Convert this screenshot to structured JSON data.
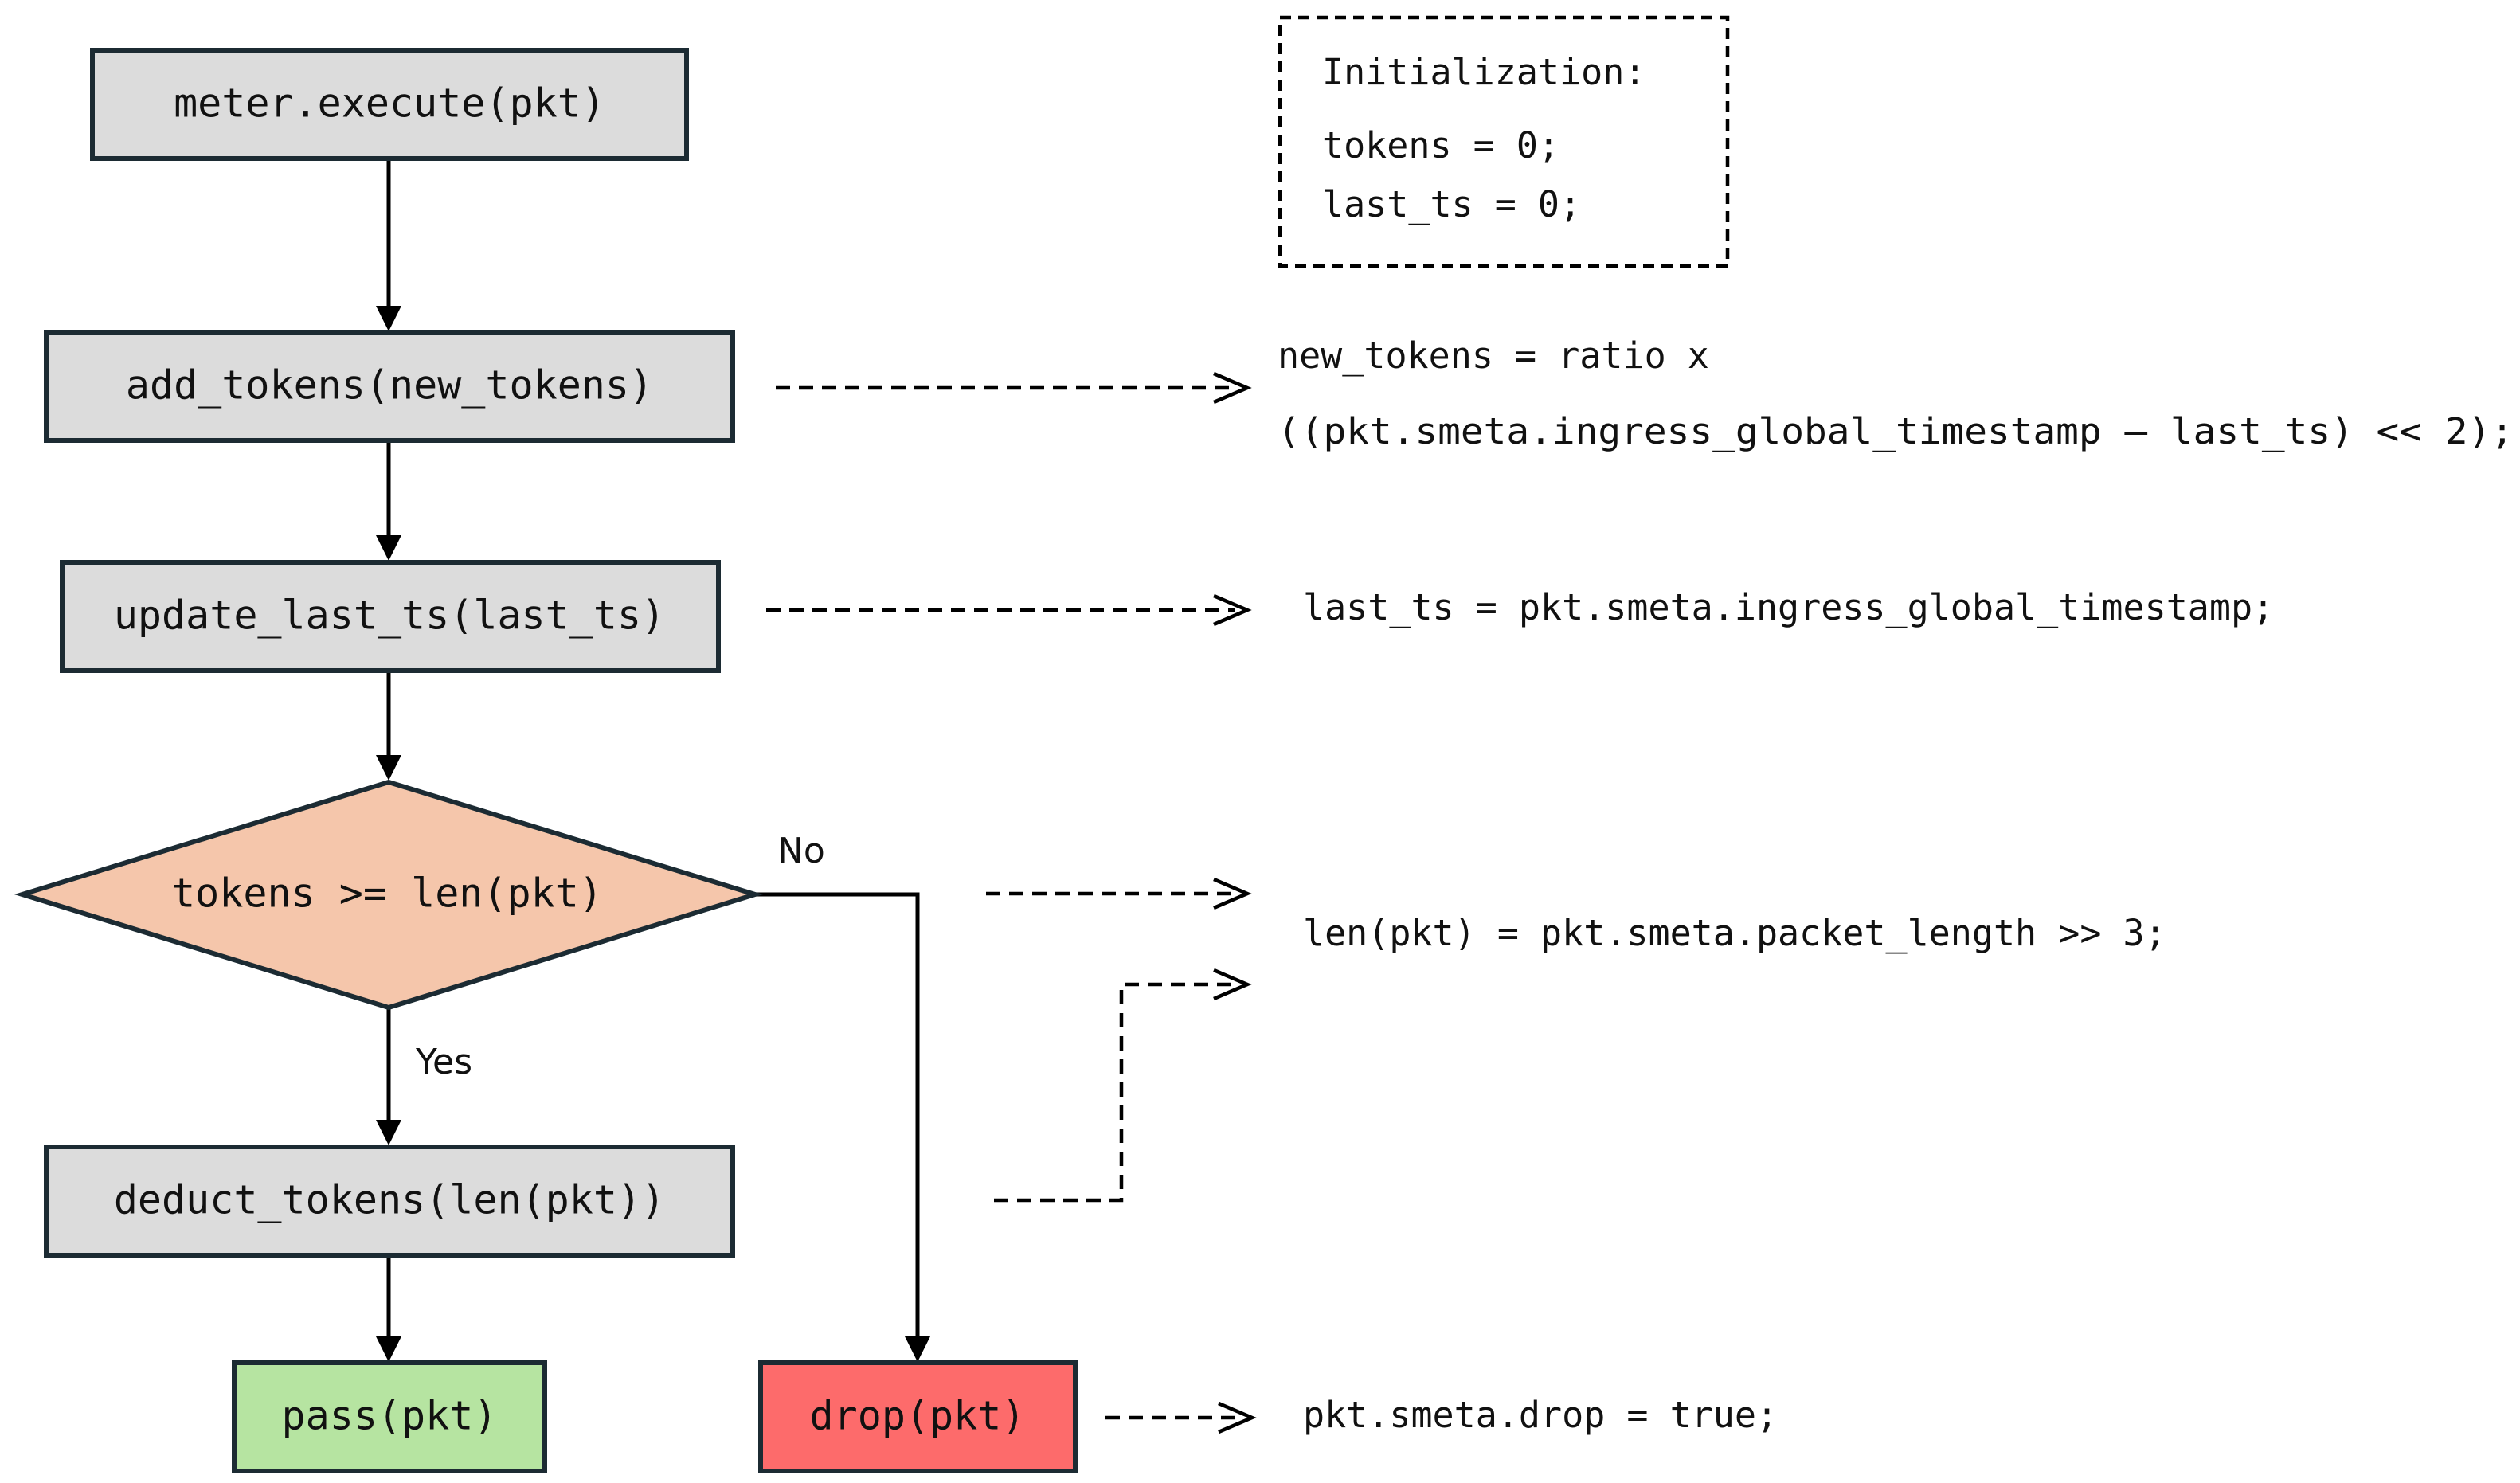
{
  "colors": {
    "process_fill": "#dcdcdc",
    "decision_fill": "#f5c6ab",
    "pass_fill": "#b6e4a1",
    "drop_fill": "#fd6b6b",
    "border": "#1c2b33"
  },
  "nodes": {
    "meter_execute": "meter.execute(pkt)",
    "add_tokens": "add_tokens(new_tokens)",
    "update_last_ts": "update_last_ts(last_ts)",
    "decision": "tokens >= len(pkt)",
    "deduct_tokens": "deduct_tokens(len(pkt))",
    "pass": "pass(pkt)",
    "drop": "drop(pkt)"
  },
  "branch_labels": {
    "no": "No",
    "yes": "Yes"
  },
  "initialization": {
    "title": "Initialization:",
    "line1": "tokens = 0;",
    "line2": "last_ts = 0;"
  },
  "notes": {
    "new_tokens_line1": "new_tokens = ratio x",
    "new_tokens_line2": "((pkt.smeta.ingress_global_timestamp – last_ts) << 2);",
    "last_ts": "last_ts = pkt.smeta.ingress_global_timestamp;",
    "len_pkt": "len(pkt) = pkt.smeta.packet_length >> 3;",
    "drop": "pkt.smeta.drop = true;"
  }
}
